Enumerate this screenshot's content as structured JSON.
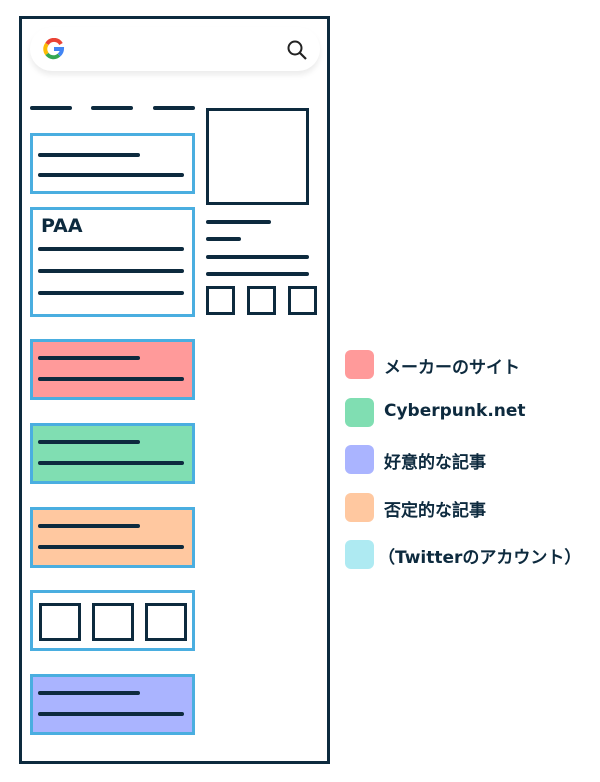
{
  "paa_label": "PAA",
  "colors": {
    "frame": "#0d2a3e",
    "card_border": "#4aaee0"
  },
  "legend": [
    {
      "label": "メーカーのサイト",
      "color": "#ff9a9a"
    },
    {
      "label": "Cyberpunk.net",
      "color": "#80deb2"
    },
    {
      "label": "好意的な記事",
      "color": "#aab4ff"
    },
    {
      "label": "否定的な記事",
      "color": "#ffc8a0"
    },
    {
      "label": "（Twitterのアカウント）",
      "color": "#aeeaf2"
    }
  ]
}
